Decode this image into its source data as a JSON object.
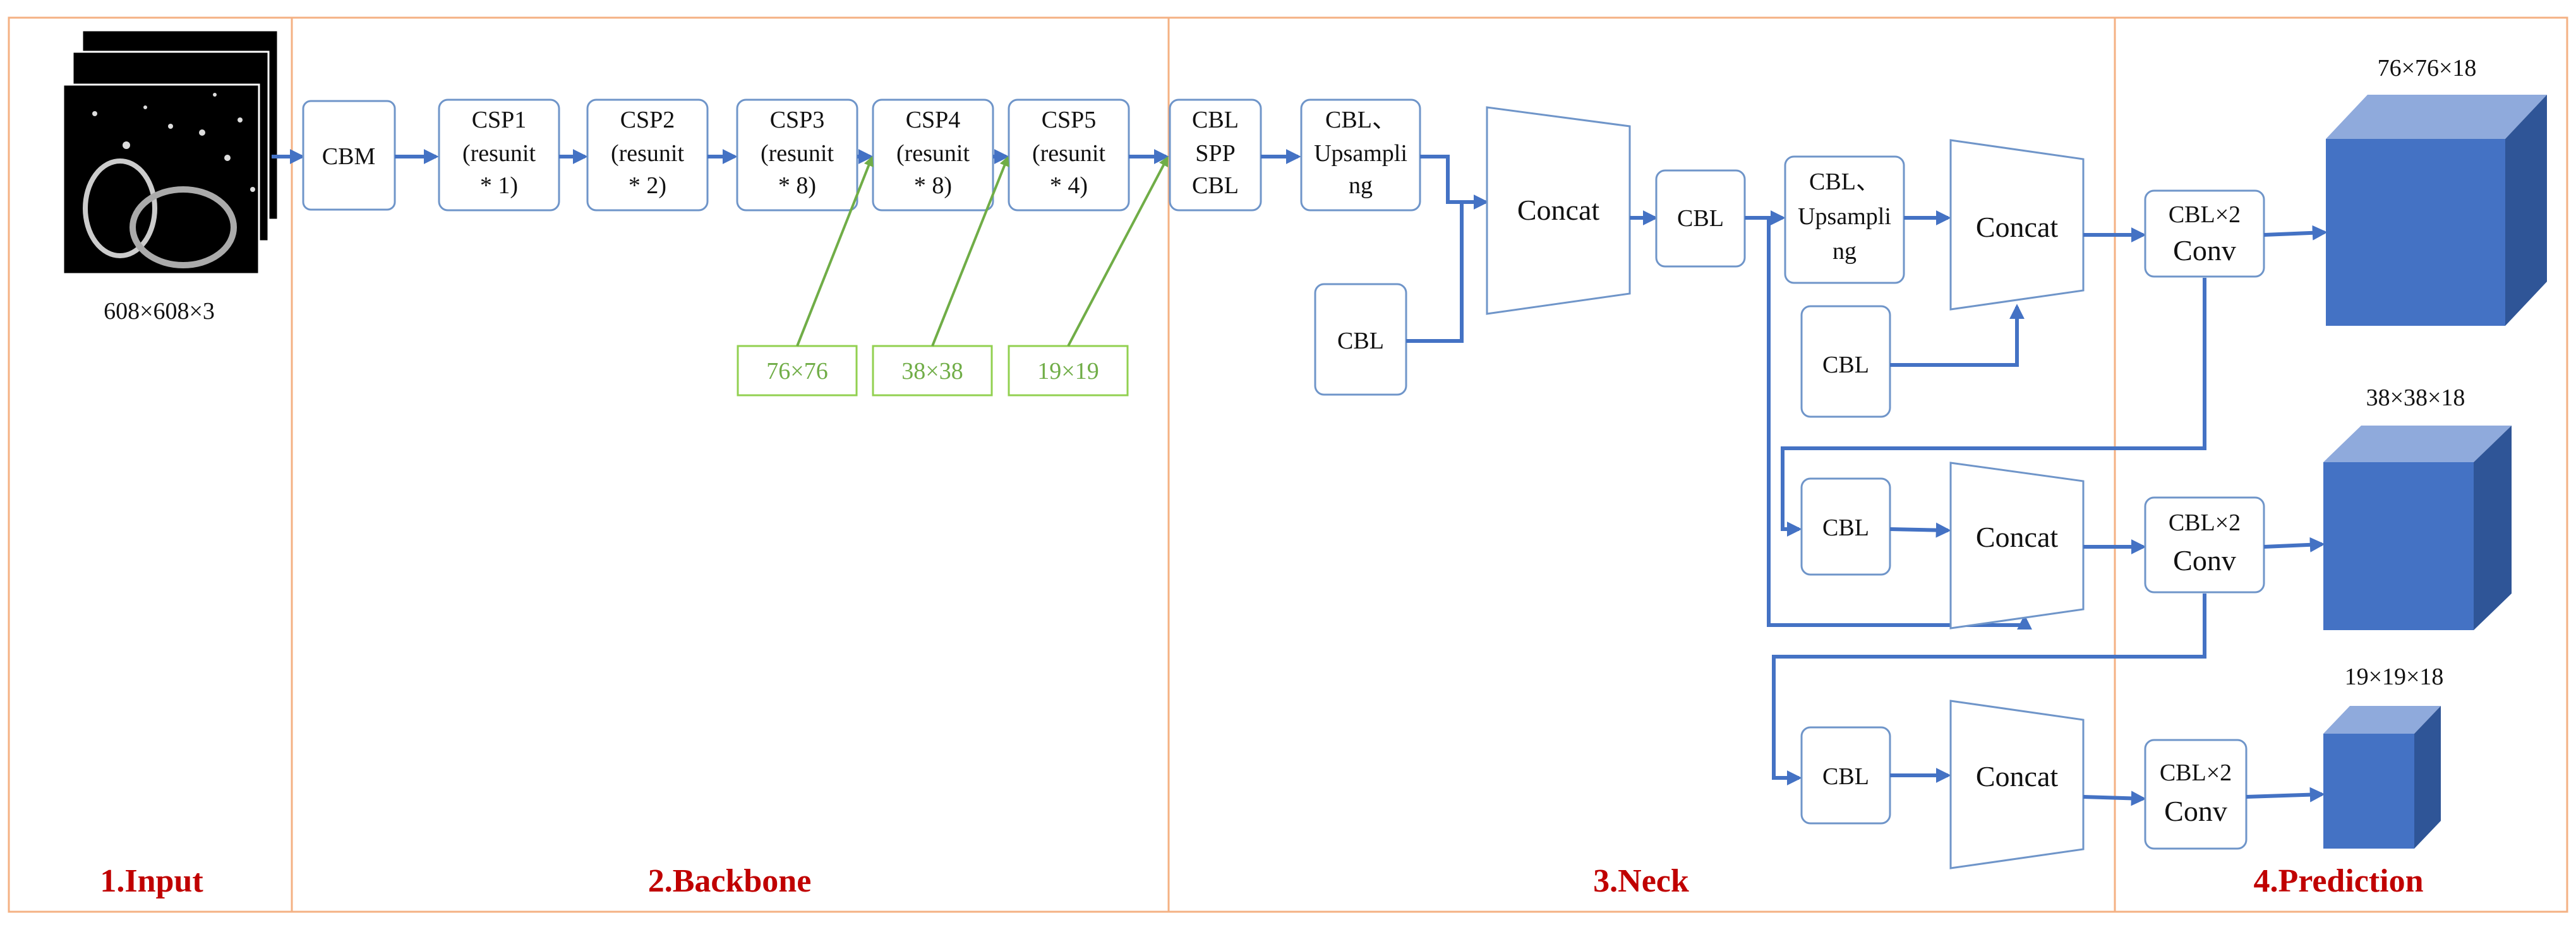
{
  "sections": [
    {
      "label": "1.Input"
    },
    {
      "label": "2.Backbone"
    },
    {
      "label": "3.Neck"
    },
    {
      "label": "4.Prediction"
    }
  ],
  "input": {
    "size_label": "608×608×3"
  },
  "backbone": {
    "cbm": "CBM",
    "csp": [
      {
        "name": "CSP1",
        "l2": "(resunit",
        "l3": "* 1)"
      },
      {
        "name": "CSP2",
        "l2": "(resunit",
        "l3": "* 2)"
      },
      {
        "name": "CSP3",
        "l2": "(resunit",
        "l3": "* 8)"
      },
      {
        "name": "CSP4",
        "l2": "(resunit",
        "l3": "* 8)"
      },
      {
        "name": "CSP5",
        "l2": "(resunit",
        "l3": "* 4)"
      }
    ],
    "feature_labels": [
      "76×76",
      "38×38",
      "19×19"
    ]
  },
  "neck": {
    "spp": [
      "CBL",
      "SPP",
      "CBL"
    ],
    "upsample1": [
      "CBL、",
      "Upsampli",
      "ng"
    ],
    "concat": "Concat",
    "cbl": "CBL",
    "upsample2": [
      "CBL、",
      "Upsampli",
      "ng"
    ]
  },
  "prediction": {
    "head_l1": "CBL×2",
    "head_l2": "Conv",
    "outputs": [
      "76×76×18",
      "38×38×18",
      "19×19×18"
    ]
  },
  "colors": {
    "flow": "#4472c4",
    "node_border": "#6f95c9",
    "feature": "#70ad47",
    "section_title": "#c00000",
    "panel_border": "#f4b183",
    "cube_front": "#4472c4",
    "cube_top": "#8faadc",
    "cube_side": "#2f5597"
  }
}
